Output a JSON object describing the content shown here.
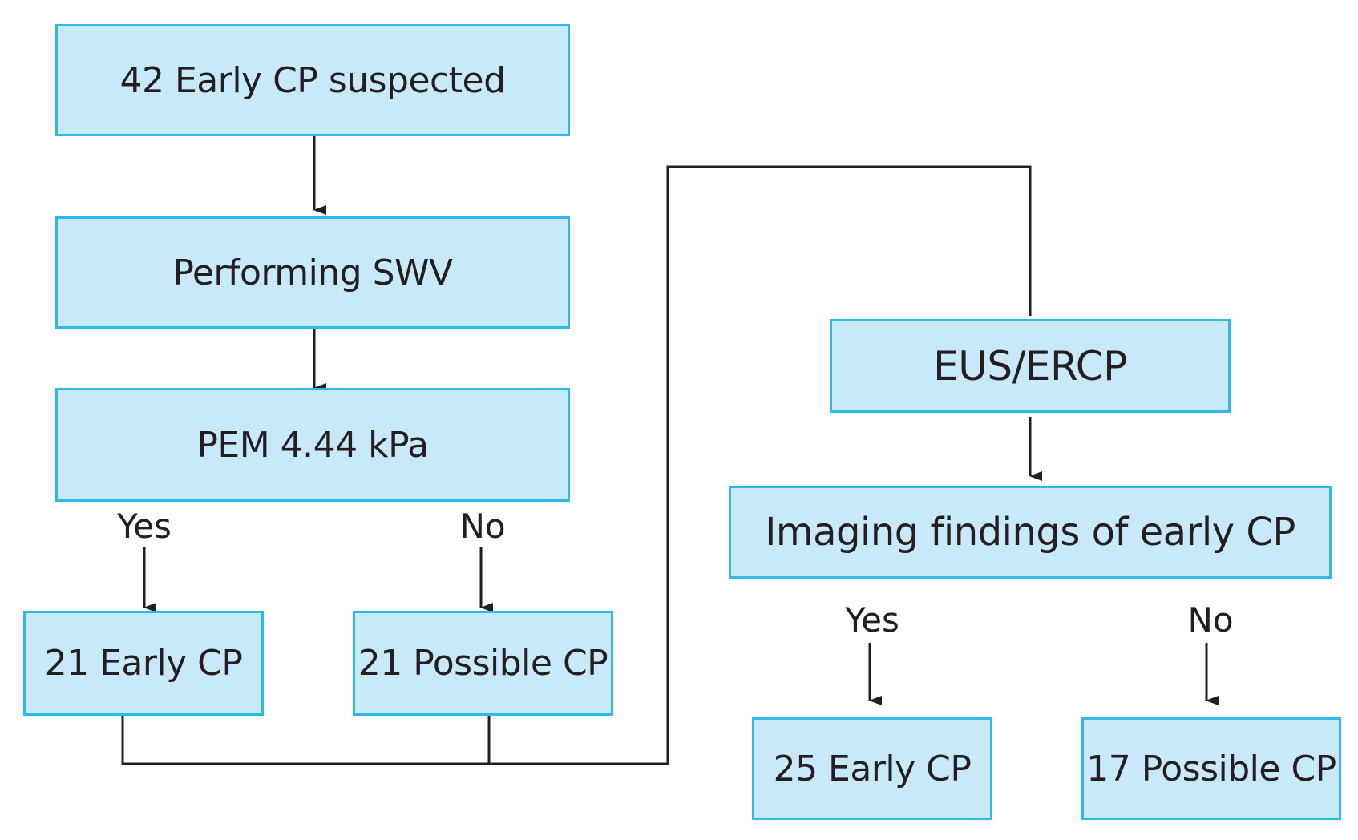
{
  "colors": {
    "box_fill": "#c8e9fa",
    "box_border": "#2fb8ea",
    "line": "#231f20",
    "text": "#231f20"
  },
  "nodes": {
    "suspected": "42 Early CP suspected",
    "swv": "Performing SWV",
    "pem": "PEM 4.44 kPa",
    "early_left": "21 Early CP",
    "possible_left": "21 Possible CP",
    "eus": "EUS/ERCP",
    "imaging": "Imaging findings of early CP",
    "early_right": "25 Early CP",
    "possible_right": "17 Possible CP"
  },
  "branch_labels": {
    "pem_yes": "Yes",
    "pem_no": "No",
    "imaging_yes": "Yes",
    "imaging_no": "No"
  }
}
